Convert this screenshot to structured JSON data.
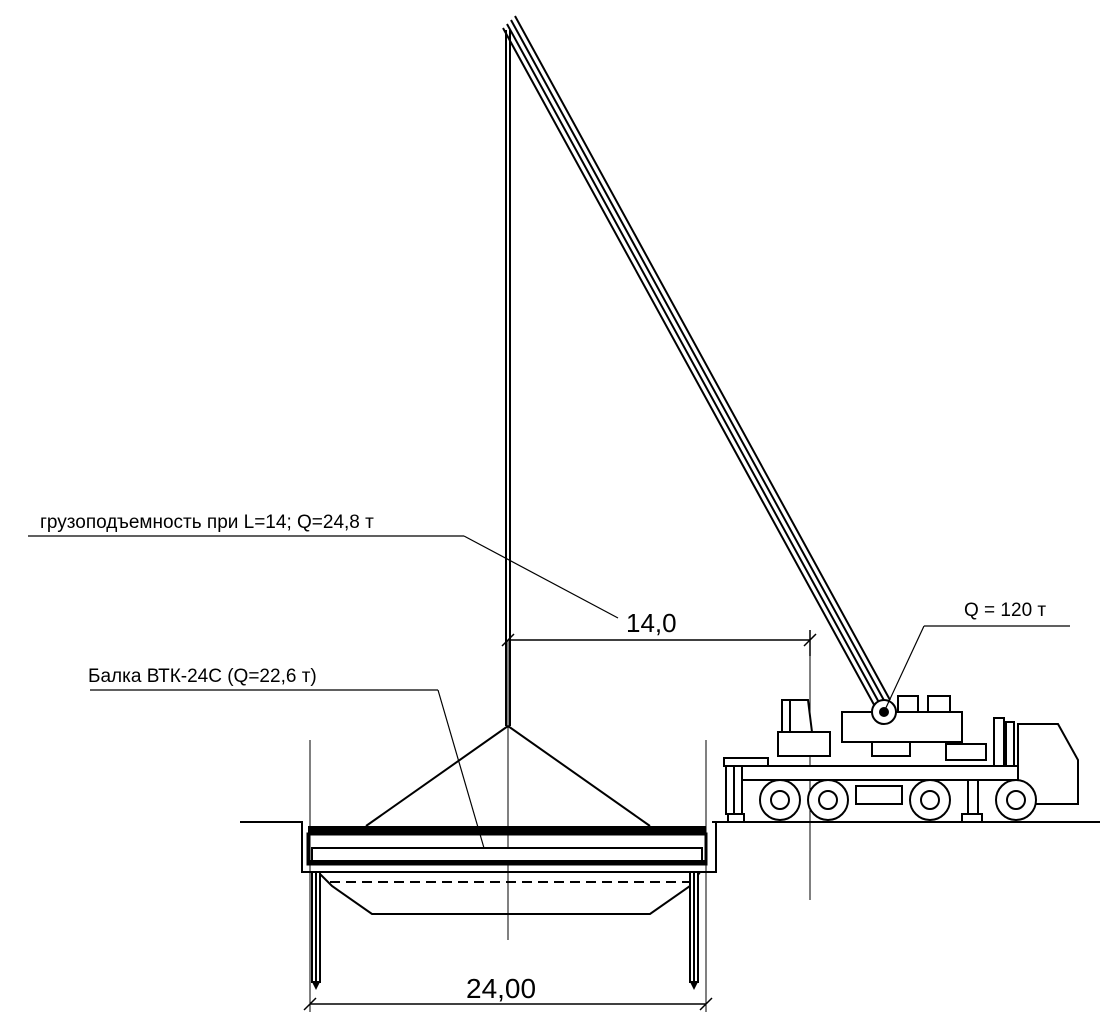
{
  "drawing": {
    "ink_color": "#000000",
    "background_color": "#ffffff"
  },
  "labels": {
    "capacity_note": "грузоподъемность при L=14; Q=24,8 т",
    "beam_note": "Балка ВТК-24С (Q=22,6 т)",
    "crane_capacity": "Q = 120 т"
  },
  "dimensions": {
    "reach": "14,0",
    "span": "24,00"
  }
}
